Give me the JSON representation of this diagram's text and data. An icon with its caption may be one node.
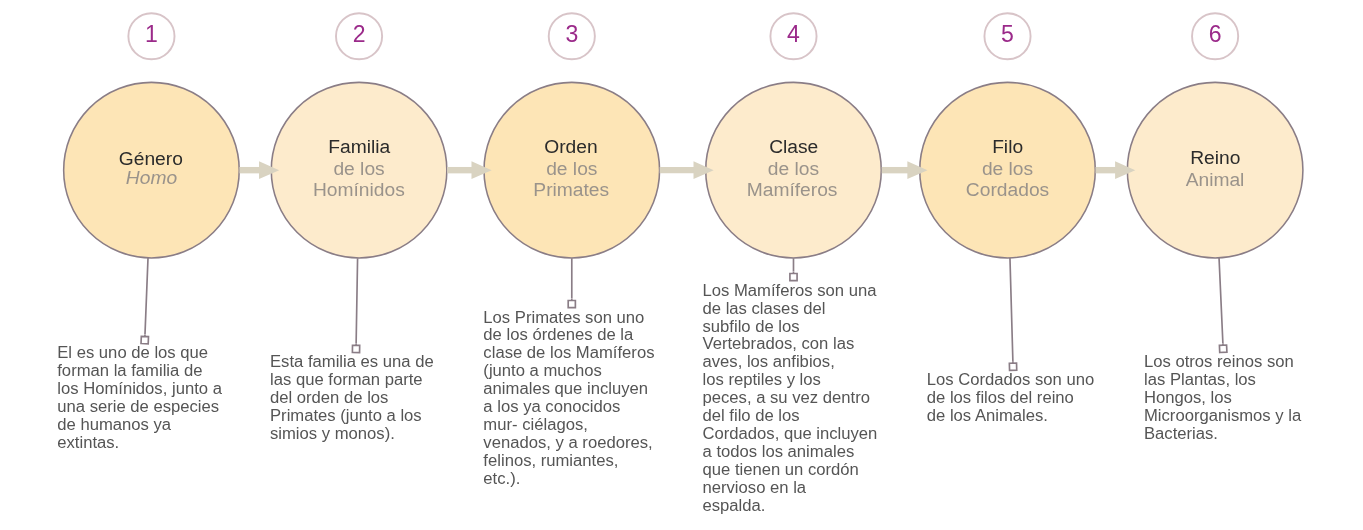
{
  "diagram": {
    "nodes": [
      {
        "text": [
          "1"
        ]
      },
      {
        "text": [
          "Género",
          "*Homo*"
        ]
      },
      {
        "text": [
          "El es uno de los que forman la familia de los Homínidos, junto a una serie de especies de humanos ya extintas."
        ]
      },
      {
        "text": [
          "2"
        ]
      },
      {
        "text": [
          "Familia",
          "de los Homínidos"
        ]
      },
      {
        "text": [
          "Esta familia es una de las que forman parte del orden de los Primates (junto a los simios y monos)."
        ]
      },
      {
        "text": [
          "3"
        ]
      },
      {
        "text": [
          "Orden",
          "de los Primates"
        ]
      },
      {
        "text": [
          "Los Primates son uno de los órdenes de la clase de los Mamíferos (junto a muchos animales que incluyen a los ya conocidos mur- ciélagos, venados, y a roedores, felinos, rumiantes, etc.)."
        ]
      },
      {
        "text": [
          "4"
        ]
      },
      {
        "text": [
          "Clase",
          "de los Mamíferos"
        ]
      },
      {
        "text": [
          "Los Mamíferos son una de las clases del subfilo de los Vertebrados, con las aves, los anfibios, los reptiles y los peces, a su vez dentro del filo de los Cordados, que incluyen a todos los animales que tienen un cordón nervioso en la espalda."
        ]
      },
      {
        "text": [
          "5"
        ]
      },
      {
        "text": [
          "Filo",
          "de los Cordados"
        ]
      },
      {
        "text": [
          "Los Cordados son uno de los filos del reino de los Animales."
        ]
      },
      {
        "text": [
          "6"
        ]
      },
      {
        "text": [
          "Reino",
          "Animal"
        ]
      },
      {
        "text": [
          "Los otros reinos son las Plantas, los Hongos, los Microorganismos y la Bacterias."
        ]
      }
    ],
    "edges": [
      {
        "from": 1,
        "to": 4,
        "arrow": "to",
        "style": "thick",
        "color": "#d9d3c1"
      },
      {
        "from": 4,
        "to": 7,
        "arrow": "to",
        "style": "thick",
        "color": "#d9d3c1"
      },
      {
        "from": 7,
        "to": 10,
        "arrow": "to",
        "style": "thick",
        "color": "#d9d3c1"
      },
      {
        "from": 10,
        "to": 13,
        "arrow": "to",
        "style": "thick",
        "color": "#d9d3c1"
      },
      {
        "from": 13,
        "to": 16,
        "arrow": "to",
        "style": "thick",
        "color": "#d9d3c1"
      },
      {
        "from": 1,
        "to": 2,
        "arrow": "other"
      },
      {
        "from": 4,
        "to": 5,
        "arrow": "other"
      },
      {
        "from": 7,
        "to": 8,
        "arrow": "other"
      },
      {
        "from": 10,
        "to": 11,
        "arrow": "other"
      },
      {
        "from": 13,
        "to": 14,
        "arrow": "other"
      },
      {
        "from": 16,
        "to": 17,
        "arrow": "other"
      }
    ]
  }
}
